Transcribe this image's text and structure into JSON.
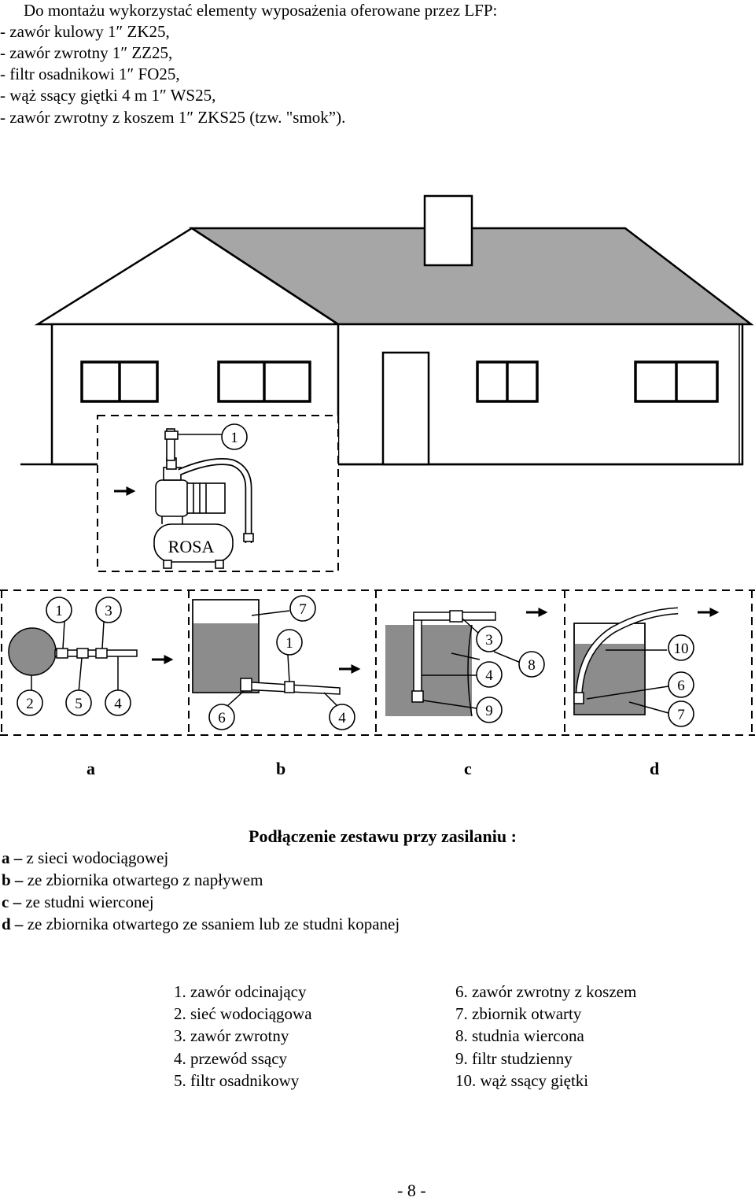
{
  "intro": {
    "heading": "Do montażu wykorzystać elementy wyposażenia oferowane przez LFP:",
    "items": [
      "- zawór kulowy 1″ ZK25,",
      "- zawór zwrotny 1″ ZZ25,",
      "- filtr osadnikowi 1″ FO25,",
      "- wąż ssący giętki 4 m 1″ WS25,",
      "- zawór zwrotny z koszem 1″ ZKS25 (tzw. \"smok”)."
    ]
  },
  "diagram": {
    "pump_label": "ROSA",
    "house_callout": "1",
    "callouts": {
      "a1": "1",
      "a3": "3",
      "a2": "2",
      "a5": "5",
      "a4": "4",
      "b7": "7",
      "b1": "1",
      "b6": "6",
      "b4": "4",
      "c3": "3",
      "c4": "4",
      "c9": "9",
      "c8": "8",
      "d10": "10",
      "d6": "6",
      "d7": "7"
    },
    "panel_letters": [
      "a",
      "b",
      "c",
      "d"
    ]
  },
  "caption": {
    "title": "Podłączenie zestawu przy zasilaniu :",
    "connections": [
      {
        "key": "a –",
        "text": " z sieci wodociągowej"
      },
      {
        "key": "b –",
        "text": " ze zbiornika otwartego z napływem"
      },
      {
        "key": "c –",
        "text": " ze studni wierconej"
      },
      {
        "key": "d –",
        "text": " ze zbiornika otwartego ze ssaniem lub ze studni kopanej"
      }
    ]
  },
  "legend": {
    "left": [
      "1. zawór odcinający",
      "2. sieć wodociągowa",
      "3. zawór zwrotny",
      "4. przewód ssący",
      "5. filtr osadnikowy"
    ],
    "right": [
      "6. zawór zwrotny z koszem",
      "7. zbiornik otwarty",
      "8. studnia wiercona",
      "9. filtr studzienny",
      "10. wąż ssący giętki"
    ]
  },
  "page_number": "- 8 -",
  "colors": {
    "roof": "#a6a6a6",
    "water": "#8c8c8c",
    "ink": "#000000"
  }
}
